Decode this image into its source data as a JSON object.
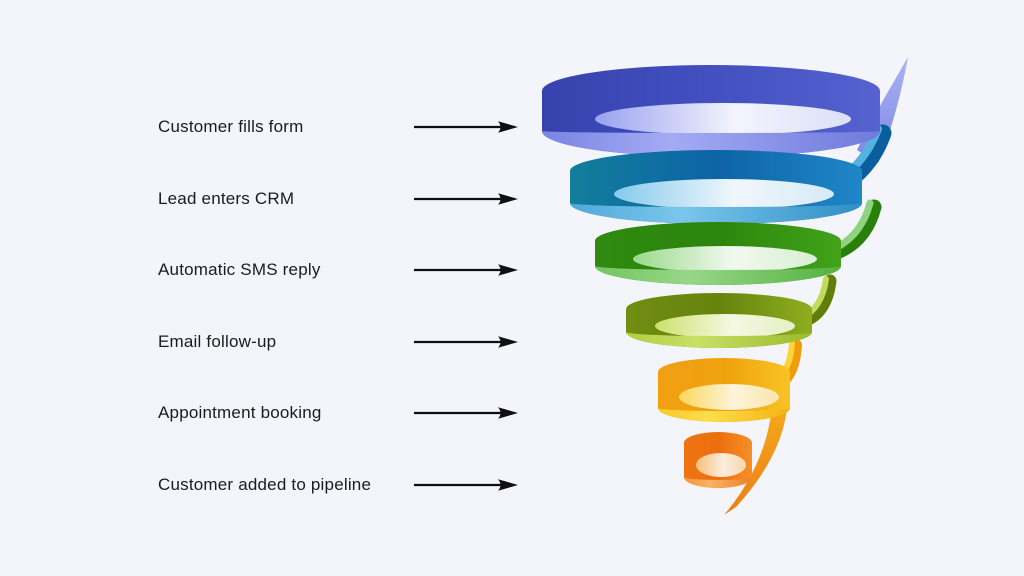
{
  "page": {
    "background": "#F3F5FA"
  },
  "diagram": {
    "type": "spiral-funnel",
    "label_color": "#1B1B1F",
    "arrow_color": "#101014",
    "steps": [
      {
        "label": "Customer fills form"
      },
      {
        "label": "Lead enters CRM"
      },
      {
        "label": "Automatic SMS reply"
      },
      {
        "label": "Email follow-up"
      },
      {
        "label": "Appointment booking"
      },
      {
        "label": "Customer added to pipeline"
      }
    ],
    "funnel_bands": [
      {
        "name": "stage-1-indigo",
        "top": [
          "#3742AE",
          "#4250C0",
          "#5562D0"
        ],
        "front": [
          "#7A84E2",
          "#A3ABF4",
          "#6F7ADC"
        ],
        "hole": [
          "#9AA2EF",
          "#F3F4FD",
          "#DCE0F8"
        ]
      },
      {
        "name": "stage-2-blue",
        "top": [
          "#117E9B",
          "#0D64A6",
          "#1F86C8"
        ],
        "front": [
          "#4FA9DA",
          "#7BC6EB",
          "#2F8EC6"
        ],
        "hole": [
          "#86CAEC",
          "#F0F7FB",
          "#D6EAF6"
        ]
      },
      {
        "name": "stage-3-green",
        "top": [
          "#2E8A10",
          "#2C850C",
          "#42A319"
        ],
        "front": [
          "#74C45F",
          "#97D788",
          "#54B13F"
        ],
        "hole": [
          "#9AD98C",
          "#F1F9EF",
          "#D8EFD2"
        ]
      },
      {
        "name": "stage-4-olive",
        "top": [
          "#708E12",
          "#66830C",
          "#8EAE20"
        ],
        "front": [
          "#B2CF40",
          "#C9DF66",
          "#9ABB2A"
        ],
        "hole": [
          "#CCE06E",
          "#F5F8E2",
          "#E6EFC4"
        ]
      },
      {
        "name": "stage-5-amber",
        "top": [
          "#F0A011",
          "#EFA10E",
          "#F9C324"
        ],
        "front": [
          "#F9CA28",
          "#FDDD4A",
          "#F2B414"
        ],
        "hole": [
          "#FBD75E",
          "#FDF4D9",
          "#F8E5AE"
        ]
      },
      {
        "name": "stage-6-orange",
        "top": [
          "#EE7413",
          "#EC6E0E",
          "#F59026"
        ],
        "front": [
          "#F2973A",
          "#F8B264",
          "#EE8226"
        ],
        "hole": [
          "#F8BE7C",
          "#FCEDDC",
          "#F6D6AE"
        ]
      }
    ],
    "wraps": {
      "w2": {
        "dark": "#0B5E9E",
        "light": "#55B2DE"
      },
      "w3": {
        "dark": "#27800A",
        "light": "#8FD380"
      },
      "w4": {
        "dark": "#617E0C",
        "light": "#C3DB5C"
      },
      "w5": {
        "dark": "#EE9D0D",
        "light": "#FBD435"
      }
    },
    "tails": {
      "top": [
        "#ACB3F5",
        "#7B86E4"
      ],
      "bottom": [
        "#F6B11B",
        "#EE7E16"
      ]
    }
  }
}
